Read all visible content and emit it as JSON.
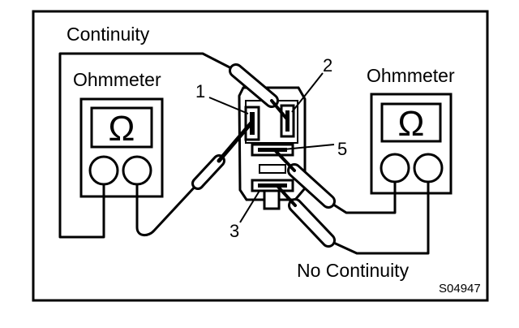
{
  "figure_id": "S04947",
  "labels": {
    "continuity": "Continuity",
    "no_continuity": "No Continuity",
    "left_meter": "Ohmmeter",
    "right_meter": "Ohmmeter",
    "meter_symbol": "Ω"
  },
  "terminals": {
    "t1": "1",
    "t2": "2",
    "t3": "3",
    "t5": "5"
  },
  "colors": {
    "ink": "#000000",
    "background": "#ffffff"
  }
}
